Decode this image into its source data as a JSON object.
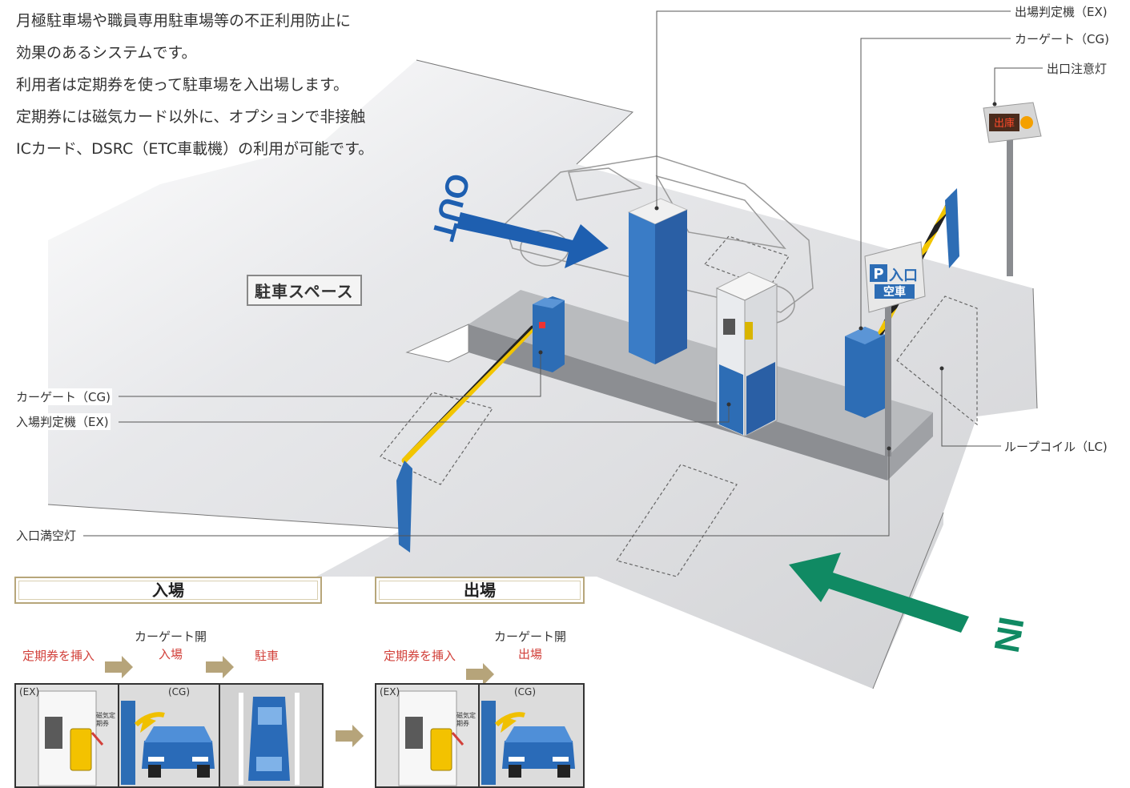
{
  "intro": {
    "lines": [
      "月極駐車場や職員専用駐車場等の不正利用防止に",
      "効果のあるシステムです。",
      "利用者は定期券を使って駐車場を入出場します。",
      "定期券には磁気カード以外に、オプションで非接触",
      "ICカード、DSRC（ETC車載機）の利用が可能です。"
    ]
  },
  "callouts": {
    "exit_machine": "出場判定機（EX)",
    "car_gate_right": "カーゲート（CG)",
    "exit_warning_light": "出口注意灯",
    "loop_coil": "ループコイル（LC)",
    "car_gate_left": "カーゲート（CG)",
    "entry_machine": "入場判定機（EX)",
    "entry_vacancy_light": "入口満空灯"
  },
  "scene": {
    "parking_space": "駐車スペース",
    "out_arrow": "OUT",
    "in_arrow": "IN",
    "sign_p": "P",
    "sign_entrance": "入口",
    "sign_vacant": "空車",
    "warning_light_text": "出庫"
  },
  "entry": {
    "header": "入場",
    "step1": "定期券を挿入",
    "step2_top": "カーゲート開",
    "step2_bottom": "入場",
    "step3": "駐車",
    "tag_ex": "(EX)",
    "tag_cg": "(CG)",
    "tag_card": "磁気定期券"
  },
  "exit": {
    "header": "出場",
    "step1": "定期券を挿入",
    "step2_top": "カーゲート開",
    "step2_bottom": "出場",
    "tag_ex": "(EX)",
    "tag_cg": "(CG)",
    "tag_card": "磁気定期券"
  },
  "colors": {
    "machine_blue": "#2d6db5",
    "in_arrow_green": "#108a63",
    "out_arrow_blue": "#1e5fb0",
    "accent_red": "#d2403a",
    "step_arrow_tan": "#b6a47a"
  }
}
